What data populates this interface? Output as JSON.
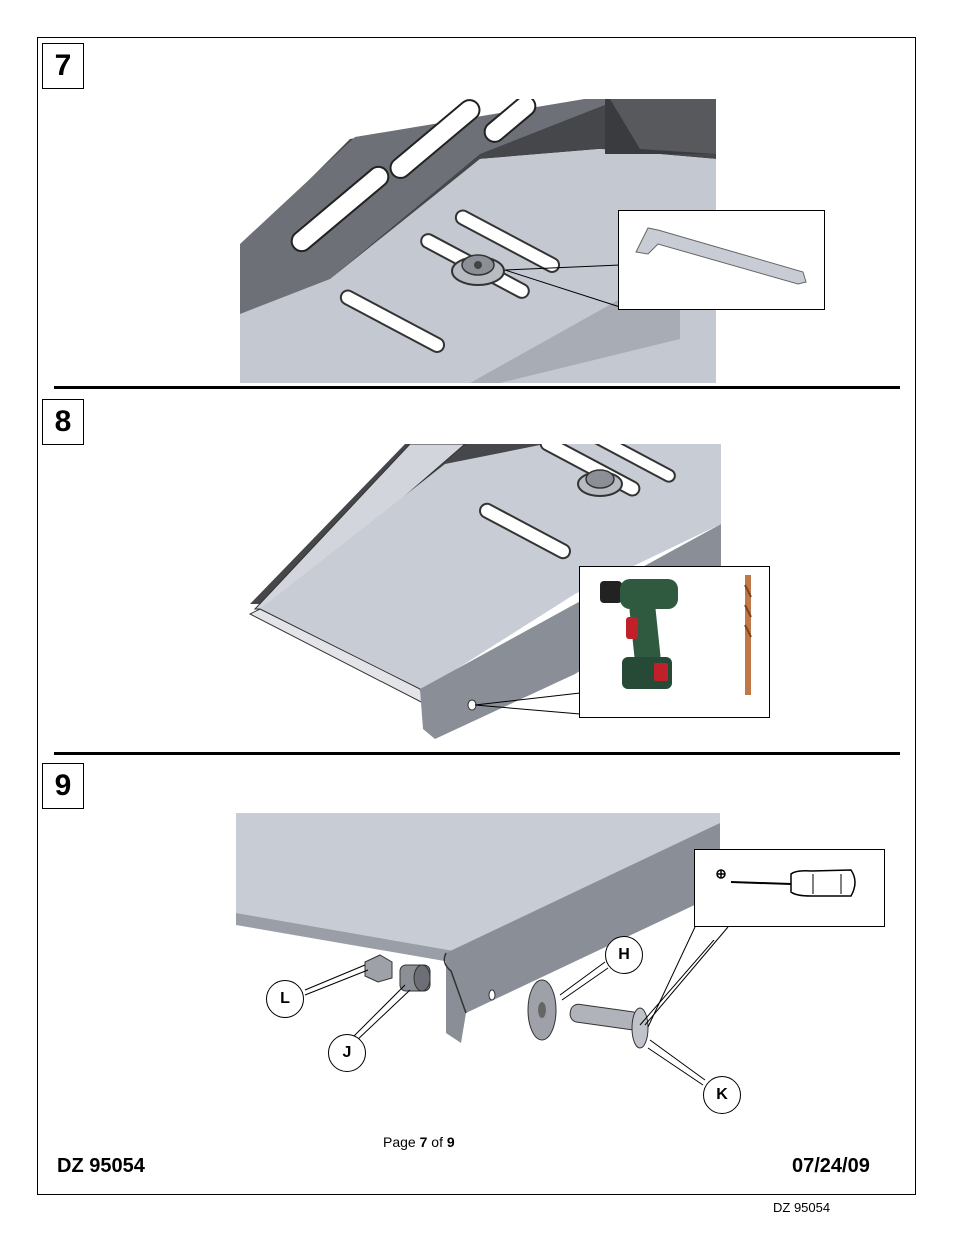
{
  "steps": [
    {
      "number": "7"
    },
    {
      "number": "8"
    },
    {
      "number": "9"
    }
  ],
  "callouts": {
    "h": "H",
    "l": "L",
    "j": "J",
    "k": "K"
  },
  "footer": {
    "doc_id": "DZ 95054",
    "date": "07/24/09",
    "page_prefix": "Page",
    "page_current": "7",
    "page_of": "of",
    "page_total": "9",
    "bottom_id": "DZ 95054"
  },
  "icons": [
    "hex-key-icon",
    "cordless-drill-icon",
    "drill-bit-icon",
    "phillips-screwdriver-icon"
  ],
  "colors": {
    "metal_light": "#c8ccd4",
    "metal_dark": "#4a4c50",
    "drill_green": "#2f5a40",
    "drill_red": "#c0202a",
    "bit_copper": "#c07848"
  }
}
